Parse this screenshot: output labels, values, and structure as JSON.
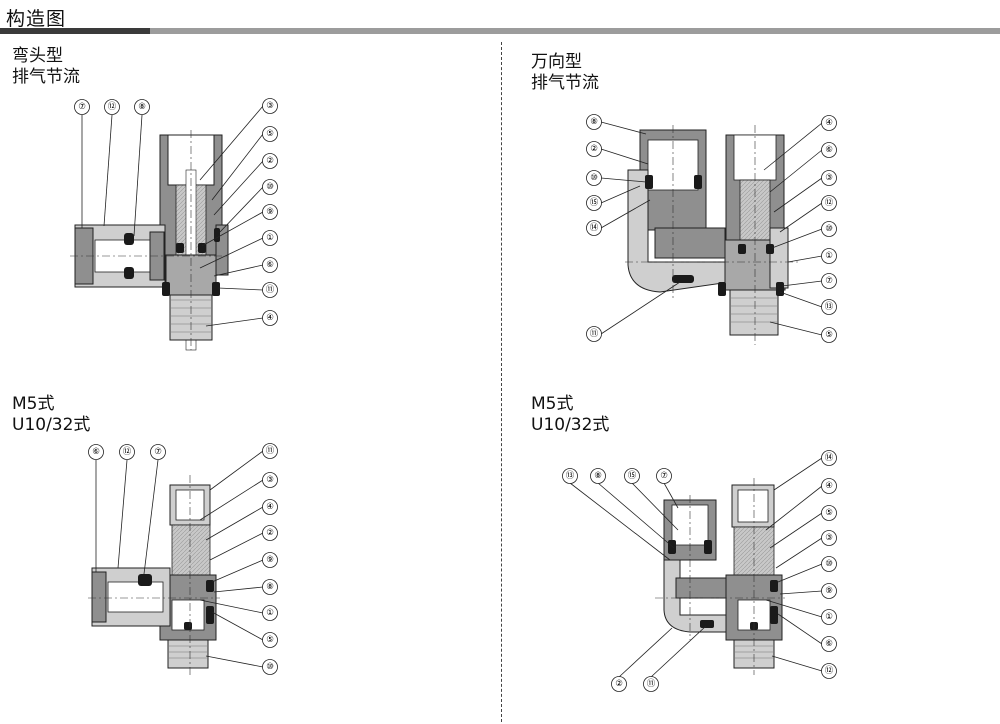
{
  "section_title": "构造图",
  "panels": [
    {
      "id": "elbow",
      "label_line1": "弯头型",
      "label_line2": "排气节流",
      "callouts": [
        "⑦",
        "⑫",
        "⑧",
        "③",
        "⑤",
        "②",
        "⑩",
        "⑨",
        "①",
        "⑥",
        "⑪",
        "④"
      ]
    },
    {
      "id": "universal",
      "label_line1": "万向型",
      "label_line2": "排气节流",
      "callouts": [
        "⑧",
        "②",
        "⑩",
        "⑮",
        "⑭",
        "⑪",
        "④",
        "⑥",
        "③",
        "⑫",
        "①",
        "⑦",
        "⑬",
        "⑤"
      ]
    },
    {
      "id": "elbow-m5",
      "label_line1": "M5式",
      "label_line2": "U10/32式",
      "callouts": [
        "⑥",
        "⑫",
        "⑦",
        "⑪",
        "③",
        "④",
        "②",
        "⑨",
        "⑧",
        "①",
        "⑤",
        "⑩"
      ]
    },
    {
      "id": "universal-m5",
      "label_line1": "M5式",
      "label_line2": "U10/32式",
      "callouts": [
        "⑬",
        "⑧",
        "⑮",
        "⑦",
        "⑭",
        "④",
        "⑤",
        "③",
        "⑩",
        "⑨",
        "①",
        "⑥",
        "⑫",
        "②",
        "⑪"
      ]
    }
  ],
  "colors": {
    "body_gray": "#8f8f8f",
    "light_gray": "#cfcfcf",
    "seal_black": "#1a1a1a",
    "bar_dark": "#3a3a3a",
    "bar_light": "#9c9c9c"
  }
}
